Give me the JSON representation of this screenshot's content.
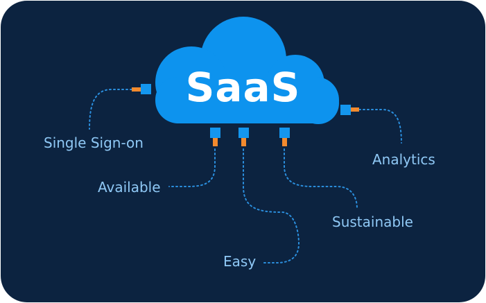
{
  "cloud": {
    "title": "SaaS"
  },
  "labels": {
    "single_sign_on": "Single Sign-on",
    "available": "Available",
    "easy": "Easy",
    "sustainable": "Sustainable",
    "analytics": "Analytics"
  },
  "colors": {
    "background": "#0c2340",
    "cloud": "#0d93ee",
    "connector": "#1496ee",
    "plug": "#f28a2e",
    "dotted_line": "#2b8fde",
    "label_text": "#8fc8f5",
    "title_text": "#ffffff"
  }
}
